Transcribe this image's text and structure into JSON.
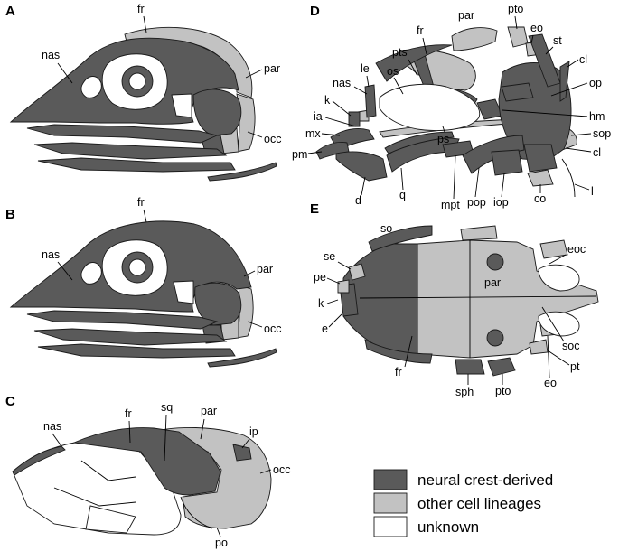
{
  "panels": {
    "A": {
      "letter": "A",
      "labels": {
        "fr": "fr",
        "nas": "nas",
        "par": "par",
        "occ": "occ"
      }
    },
    "B": {
      "letter": "B",
      "labels": {
        "fr": "fr",
        "nas": "nas",
        "par": "par",
        "occ": "occ"
      }
    },
    "C": {
      "letter": "C",
      "labels": {
        "nas": "nas",
        "fr": "fr",
        "sq": "sq",
        "par": "par",
        "ip": "ip",
        "occ": "occ",
        "po": "po"
      }
    },
    "D": {
      "letter": "D",
      "labels": {
        "par": "par",
        "pto": "pto",
        "eo": "eo",
        "st": "st",
        "cl_top": "cl",
        "op": "op",
        "pts": "pts",
        "fr": "fr",
        "os": "os",
        "nas": "nas",
        "le": "le",
        "k": "k",
        "ia": "ia",
        "mx": "mx",
        "pm": "pm",
        "hm": "hm",
        "ps": "ps",
        "sop": "sop",
        "cl_bottom": "cl",
        "d": "d",
        "q": "q",
        "mpt": "mpt",
        "pop": "pop",
        "iop": "iop",
        "co": "co",
        "l": "l"
      }
    },
    "E": {
      "letter": "E",
      "labels": {
        "so": "so",
        "eoc": "eoc",
        "se": "se",
        "pe": "pe",
        "par": "par",
        "k": "k",
        "e": "e",
        "soc": "soc",
        "fr": "fr",
        "pt": "pt",
        "eo": "eo",
        "sph": "sph",
        "pto": "pto"
      }
    }
  },
  "legend": {
    "items": [
      {
        "label": "neural crest-derived",
        "color": "#5a5a5a"
      },
      {
        "label": "other cell lineages",
        "color": "#c2c2c2"
      },
      {
        "label": "unknown",
        "color": "#ffffff"
      }
    ]
  }
}
